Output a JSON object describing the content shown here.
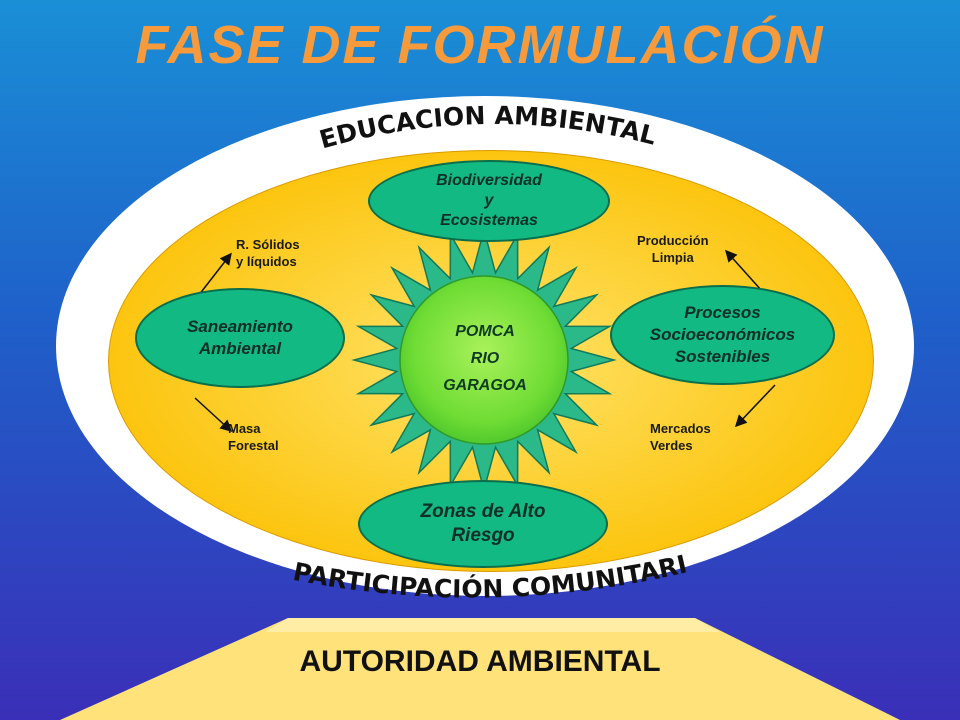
{
  "title": "FASE DE FORMULACIÓN",
  "arc_top": "EDUCACION AMBIENTAL",
  "arc_bottom": "Y PARTICIPACIÓN COMUNITARIA",
  "center": {
    "line1": "POMCA",
    "line2": "RIO",
    "line3": "GARAGOA"
  },
  "nodes": {
    "top": {
      "line1": "Biodiversidad",
      "line2": "y",
      "line3": "Ecosistemas"
    },
    "left": {
      "line1": "Saneamiento",
      "line2": "Ambiental"
    },
    "right": {
      "line1": "Procesos",
      "line2": "Socioeconómicos",
      "line3": "Sostenibles"
    },
    "bottom": {
      "line1": "Zonas de Alto",
      "line2": "Riesgo"
    }
  },
  "side_labels": {
    "left_top": {
      "line1": "R. Sólidos",
      "line2": "y líquidos"
    },
    "left_bottom": {
      "line1": "Masa",
      "line2": "Forestal"
    },
    "right_top": {
      "line1": "Producción",
      "line2": "Limpia"
    },
    "right_bottom": {
      "line1": "Mercados",
      "line2": "Verdes"
    }
  },
  "base": {
    "label": "AUTORIDAD AMBIENTAL"
  },
  "colors": {
    "title": "#f79a3c",
    "node": "#12b982",
    "sun_rays": "#2bb98a",
    "sun_core": "#7ee83a",
    "inner_ellipse": "#fcc510",
    "base": "#ffe58a"
  }
}
